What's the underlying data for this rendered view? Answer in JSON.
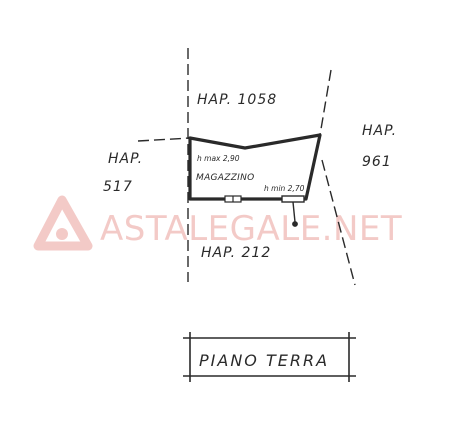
{
  "labels": {
    "map_north": "HAP. 1058",
    "map_east_line1": "HAP.",
    "map_east_line2": "961",
    "map_west_line1": "HAP.",
    "map_west_line2": "517",
    "map_south": "HAP. 212",
    "room_name": "MAGAZZINO",
    "h_max": "h max 2,90",
    "h_min": "h min 2,70"
  },
  "title_block": {
    "text": "PIANO TERRA"
  },
  "watermark": {
    "text": "ASTALEGALE.NET"
  },
  "colors": {
    "ink": "#2a2a2a",
    "watermark": "#f2c5c2",
    "paper": "#ffffff"
  }
}
